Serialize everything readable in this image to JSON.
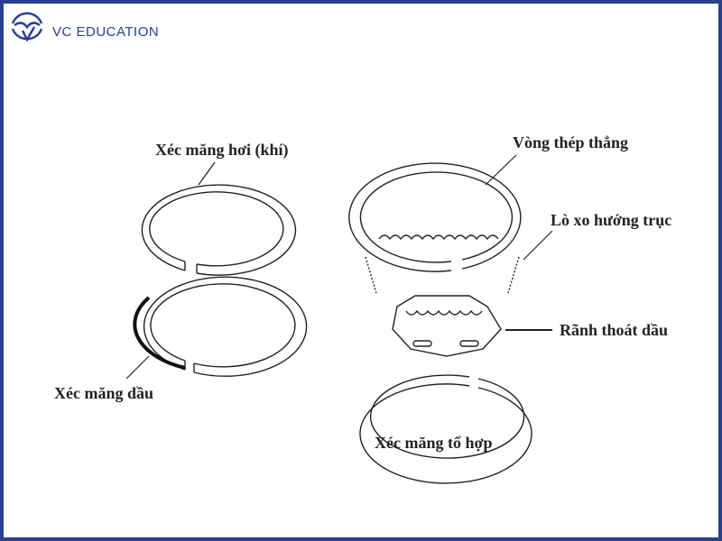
{
  "logo": {
    "text": "VC EDUCATION",
    "color": "#2b3f8f"
  },
  "labels": {
    "compression_ring": "Xéc măng hơi (khí)",
    "oil_ring": "Xéc măng dầu",
    "steel_rail": "Vòng thép thẳng",
    "axial_spring": "Lò xo hướng trục",
    "oil_slot": "Rãnh thoát dầu",
    "combined_ring": "Xéc măng tổ hợp"
  }
}
